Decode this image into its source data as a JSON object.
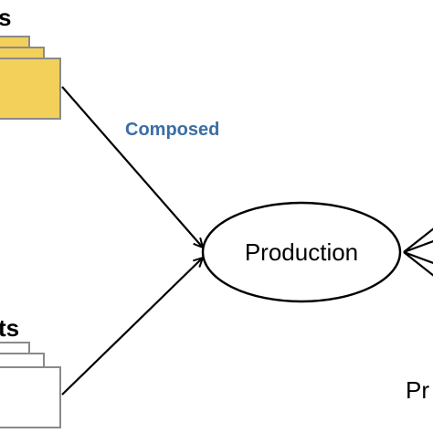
{
  "diagram": {
    "top_left_label": "s",
    "bottom_left_label": "ts",
    "edge_label": "Composed",
    "center_node": "Production",
    "bottom_right_label": "Pr"
  },
  "colors": {
    "folder_yellow": "#f2d05a",
    "folder_stroke": "#8a8a8a",
    "doc_fill": "#ffffff",
    "edge_label": "#3a6ea5",
    "line": "#000000"
  }
}
